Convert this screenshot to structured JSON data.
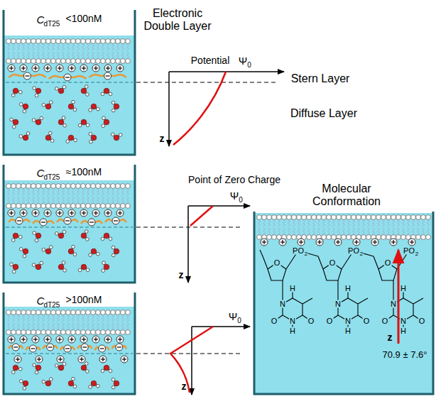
{
  "diagram": {
    "labels": [
      "Electronic Double Layer",
      "C",
      "dT25",
      "<100nM",
      "Potential",
      "Ψ",
      "0",
      "Stern Layer",
      "Diffuse Layer",
      "z",
      "C",
      "dT25",
      "≈100nM",
      "Point of Zero Charge",
      "Ψ",
      "0",
      "z",
      "C",
      "dT25",
      ">100nM",
      "Ψ",
      "0",
      "z",
      "Molecular Conformation",
      "z",
      "70.9 ± 7.6°",
      "PO",
      "2",
      "O",
      "N",
      "N",
      "H",
      "O",
      "O",
      "H",
      "PO",
      "2",
      "O",
      "N",
      "N",
      "H",
      "O",
      "O",
      "H",
      "PO",
      "2",
      "O",
      "N",
      "N",
      "H",
      "O",
      "O",
      "H"
    ]
  }
}
